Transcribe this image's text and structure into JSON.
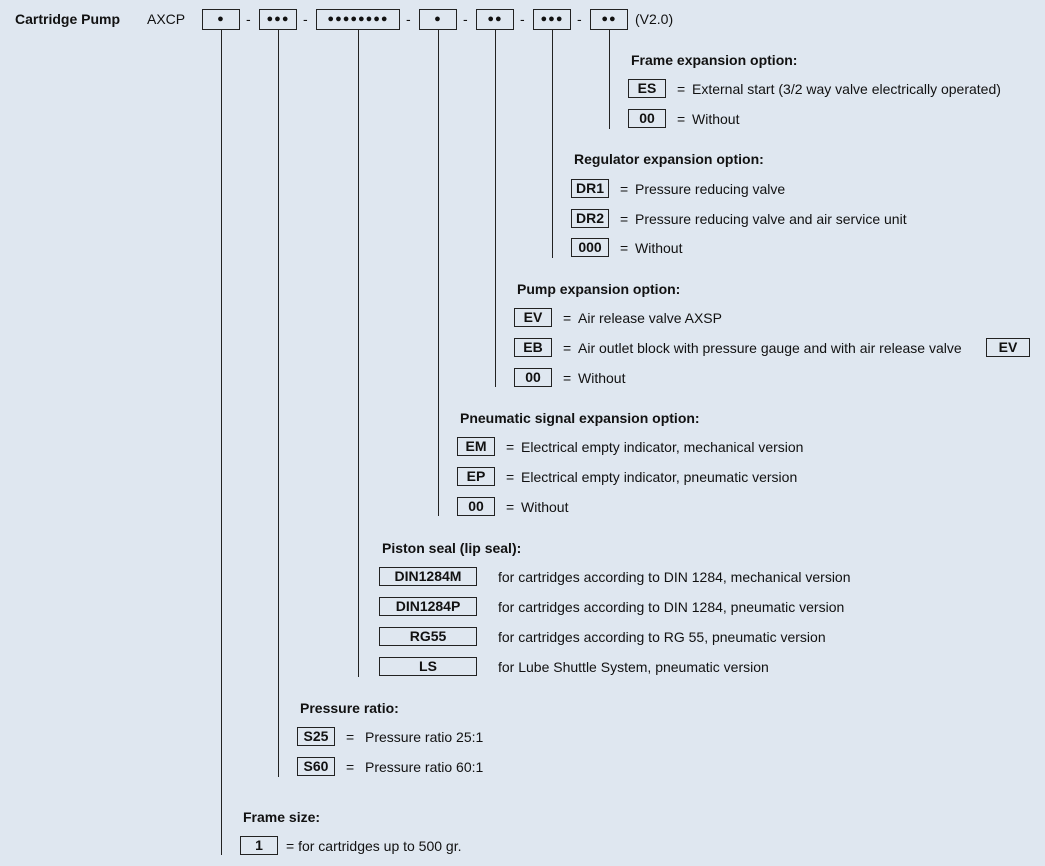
{
  "header": {
    "product": "Cartridge Pump",
    "prefix": "AXCP",
    "codes": [
      "●",
      "●●●",
      "●●●●●●●●",
      "●",
      "●●",
      "●●●",
      "●●"
    ],
    "separator": "-",
    "version": "(V2.0)"
  },
  "sections": [
    {
      "title": "Frame expansion option:",
      "options": [
        {
          "code": "ES",
          "eq": "=",
          "desc": "External start (3/2 way valve electrically operated)"
        },
        {
          "code": "00",
          "eq": "=",
          "desc": "Without"
        }
      ]
    },
    {
      "title": "Regulator expansion option:",
      "options": [
        {
          "code": "DR1",
          "eq": "=",
          "desc": "Pressure reducing valve"
        },
        {
          "code": "DR2",
          "eq": "=",
          "desc": "Pressure reducing valve and air service unit"
        },
        {
          "code": "000",
          "eq": "=",
          "desc": "Without"
        }
      ]
    },
    {
      "title": "Pump expansion option:",
      "options": [
        {
          "code": "EV",
          "eq": "=",
          "desc": "Air release valve AXSP"
        },
        {
          "code": "EB",
          "eq": "=",
          "desc": "Air outlet block with pressure gauge and with air release valve",
          "extra": "EV"
        },
        {
          "code": "00",
          "eq": "=",
          "desc": "Without"
        }
      ]
    },
    {
      "title": "Pneumatic signal expansion option:",
      "options": [
        {
          "code": "EM",
          "eq": "=",
          "desc": "Electrical empty indicator, mechanical version"
        },
        {
          "code": "EP",
          "eq": "=",
          "desc": "Electrical empty indicator, pneumatic version"
        },
        {
          "code": "00",
          "eq": "=",
          "desc": "Without"
        }
      ]
    },
    {
      "title": "Piston seal (lip seal):",
      "options": [
        {
          "code": "DIN1284M",
          "desc": "for cartridges according to DIN 1284, mechanical version"
        },
        {
          "code": "DIN1284P",
          "desc": "for cartridges according to DIN 1284, pneumatic version"
        },
        {
          "code": "RG55",
          "desc": "for cartridges according to RG 55, pneumatic version"
        },
        {
          "code": "LS",
          "desc": "for Lube Shuttle System, pneumatic version"
        }
      ]
    },
    {
      "title": "Pressure ratio:",
      "options": [
        {
          "code": "S25",
          "eq": "=",
          "desc": "Pressure ratio 25:1"
        },
        {
          "code": "S60",
          "eq": "=",
          "desc": "Pressure ratio 60:1"
        }
      ]
    },
    {
      "title": "Frame size:",
      "options": [
        {
          "code": "1",
          "desc": "= for cartridges up to 500 gr."
        }
      ]
    }
  ]
}
